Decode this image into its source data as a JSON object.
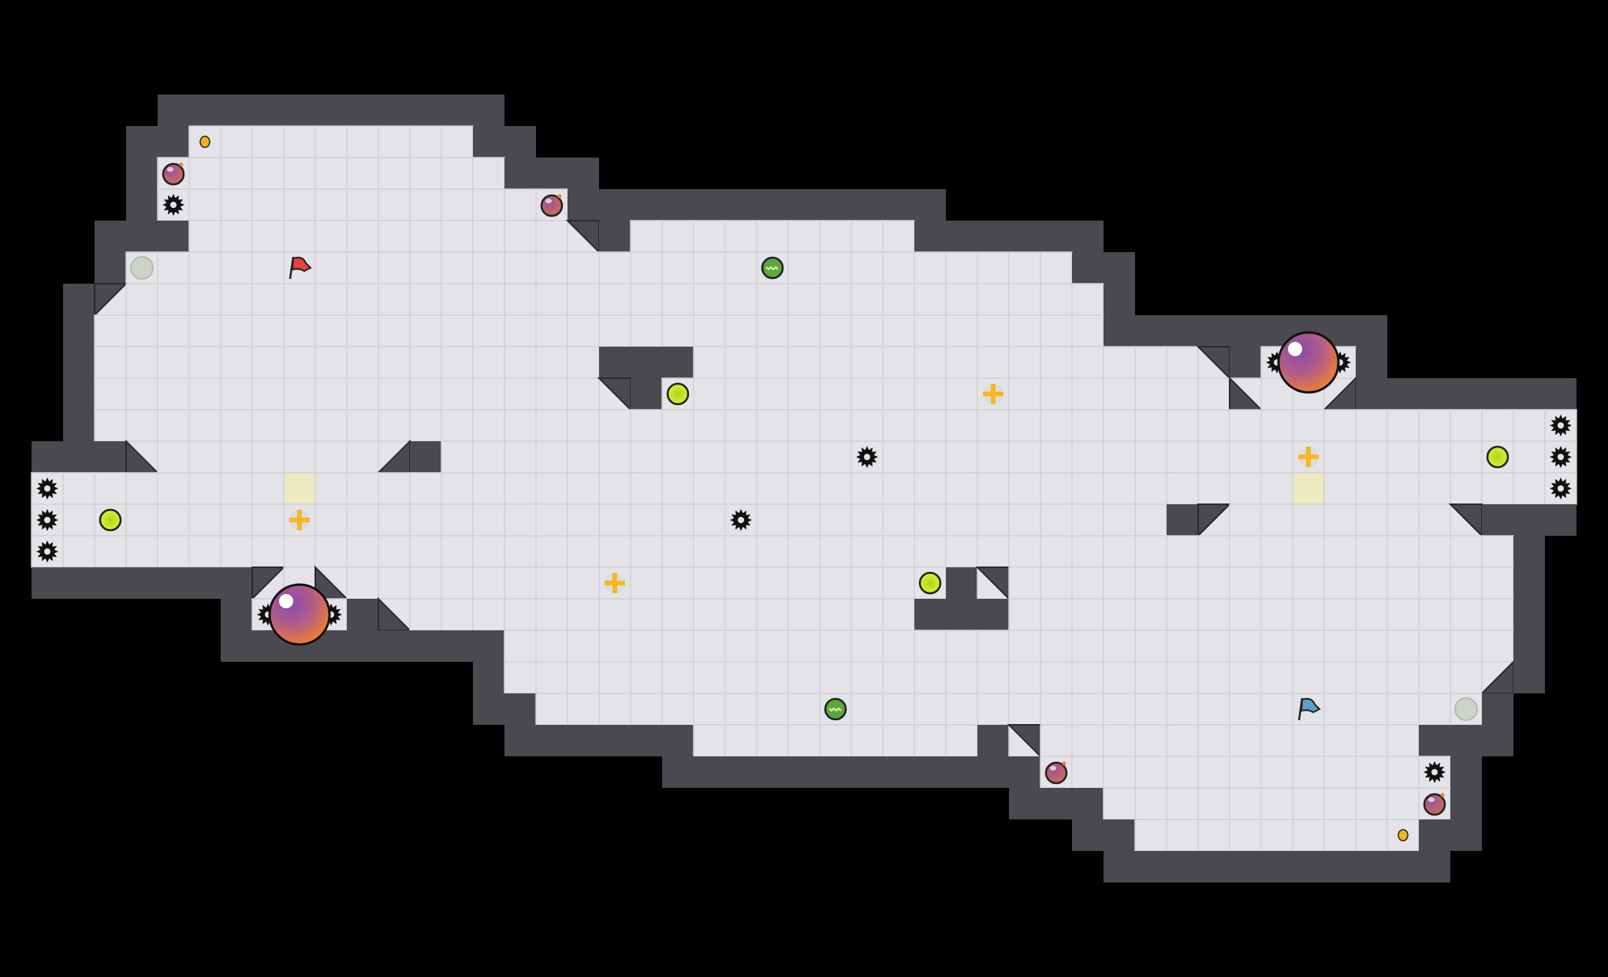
{
  "game": {
    "legend": {
      "#": "wall",
      "1": "wall-diagonal-top-left",
      "2": "wall-diagonal-top-right",
      "3": "wall-diagonal-bottom-left",
      "4": "wall-diagonal-bottom-right",
      ".": "floor",
      "S": "spike",
      "B": "bomb",
      "y": "token",
      "g": "neutral-button",
      "R": "red-flag",
      "U": "blue-flag",
      "P": "powerup",
      "G": "boost",
      "+": "gate-plus",
      "Y": "yellow-tile",
      "O": "portal-ball"
    },
    "colors": {
      "background": "#000000",
      "floor": "#e4e3e8",
      "floor_line": "#d2d1d6",
      "wall": "#4a494f",
      "wall_edge": "#2a292e",
      "spike": "#111111",
      "powerup": "#c8e01a",
      "boost": "#5aa840",
      "gate": "#f5b820",
      "yellow_tile": "#eeeac0",
      "red_flag": "#e8423c",
      "blue_flag": "#5aa0c8",
      "button": "#ccd4c4",
      "token": "#f2b51c"
    },
    "rows": [
      [],
      [],
      [],
      [
        [
          " ",
          5
        ],
        [
          "#",
          11
        ]
      ],
      [
        [
          " ",
          4
        ],
        [
          "#",
          2
        ],
        [
          "y",
          1
        ],
        [
          ".",
          8
        ],
        [
          "#",
          2
        ]
      ],
      [
        [
          " ",
          4
        ],
        [
          "#",
          1
        ],
        [
          "B",
          1
        ],
        [
          ".",
          10
        ],
        [
          "#",
          3
        ]
      ],
      [
        [
          " ",
          4
        ],
        [
          "#",
          1
        ],
        [
          "S",
          1
        ],
        [
          ".",
          11
        ],
        [
          "B",
          1
        ],
        [
          "#",
          12
        ]
      ],
      [
        [
          " ",
          3
        ],
        [
          "#",
          3
        ],
        [
          ".",
          12
        ],
        [
          "2",
          1
        ],
        [
          "#",
          1
        ],
        [
          ".",
          9
        ],
        [
          "#",
          6
        ]
      ],
      [
        [
          " ",
          3
        ],
        [
          "#",
          1
        ],
        [
          "g",
          1
        ],
        [
          ".",
          4
        ],
        [
          "R",
          1
        ],
        [
          ".",
          14
        ],
        [
          "G",
          1
        ],
        [
          ".",
          9
        ],
        [
          "#",
          2
        ]
      ],
      [
        [
          " ",
          2
        ],
        [
          "#",
          1
        ],
        [
          "1",
          1
        ],
        [
          ".",
          31
        ],
        [
          "#",
          1
        ]
      ],
      [
        [
          " ",
          2
        ],
        [
          "#",
          1
        ],
        [
          ".",
          32
        ],
        [
          "#",
          9
        ]
      ],
      [
        [
          " ",
          2
        ],
        [
          "#",
          1
        ],
        [
          ".",
          16
        ],
        [
          "#",
          3
        ],
        [
          ".",
          16
        ],
        [
          "2",
          1
        ],
        [
          "#",
          1
        ],
        [
          "S",
          1
        ],
        [
          "O",
          1
        ],
        [
          "S",
          1
        ],
        [
          "#",
          1
        ]
      ],
      [
        [
          " ",
          2
        ],
        [
          "#",
          1
        ],
        [
          ".",
          16
        ],
        [
          "2",
          1
        ],
        [
          "#",
          1
        ],
        [
          "P",
          1
        ],
        [
          ".",
          9
        ],
        [
          "+",
          1
        ],
        [
          ".",
          7
        ],
        [
          "3",
          1
        ],
        [
          ".",
          2
        ],
        [
          "4",
          1
        ],
        [
          "#",
          7
        ]
      ],
      [
        [
          " ",
          2
        ],
        [
          "#",
          1
        ],
        [
          ".",
          46
        ],
        [
          "S",
          1
        ]
      ],
      [
        [
          " ",
          1
        ],
        [
          "#",
          3
        ],
        [
          "3",
          1
        ],
        [
          ".",
          7
        ],
        [
          "4",
          1
        ],
        [
          "#",
          1
        ],
        [
          ".",
          13
        ],
        [
          "S",
          1
        ],
        [
          ".",
          13
        ],
        [
          "+",
          1
        ],
        [
          ".",
          5
        ],
        [
          "P",
          1
        ],
        [
          ".",
          1
        ],
        [
          "S",
          1
        ]
      ],
      [
        [
          " ",
          1
        ],
        [
          "S",
          1
        ],
        [
          ".",
          7
        ],
        [
          "Y",
          1
        ],
        [
          ".",
          31
        ],
        [
          "Y",
          1
        ],
        [
          ".",
          7
        ],
        [
          "S",
          1
        ]
      ],
      [
        [
          " ",
          1
        ],
        [
          "S",
          1
        ],
        [
          ".",
          1
        ],
        [
          "P",
          1
        ],
        [
          ".",
          5
        ],
        [
          "+",
          1
        ],
        [
          ".",
          13
        ],
        [
          "S",
          1
        ],
        [
          ".",
          13
        ],
        [
          "#",
          1
        ],
        [
          "1",
          1
        ],
        [
          ".",
          7
        ],
        [
          "2",
          1
        ],
        [
          "#",
          3
        ]
      ],
      [
        [
          " ",
          1
        ],
        [
          "S",
          1
        ],
        [
          ".",
          46
        ],
        [
          "#",
          1
        ]
      ],
      [
        [
          " ",
          1
        ],
        [
          "#",
          7
        ],
        [
          "1",
          1
        ],
        [
          ".",
          1
        ],
        [
          "3",
          1
        ],
        [
          ".",
          8
        ],
        [
          "+",
          1
        ],
        [
          ".",
          9
        ],
        [
          "P",
          1
        ],
        [
          "#",
          1
        ],
        [
          "2",
          1
        ],
        [
          ".",
          16
        ],
        [
          "#",
          1
        ]
      ],
      [
        [
          " ",
          7
        ],
        [
          "#",
          1
        ],
        [
          "S",
          1
        ],
        [
          "O",
          1
        ],
        [
          "S",
          1
        ],
        [
          "#",
          1
        ],
        [
          "3",
          1
        ],
        [
          ".",
          16
        ],
        [
          "#",
          3
        ],
        [
          ".",
          16
        ],
        [
          "#",
          1
        ]
      ],
      [
        [
          " ",
          7
        ],
        [
          "#",
          9
        ],
        [
          ".",
          32
        ],
        [
          "#",
          1
        ]
      ],
      [
        [
          " ",
          15
        ],
        [
          "#",
          1
        ],
        [
          ".",
          31
        ],
        [
          "4",
          1
        ],
        [
          "#",
          1
        ]
      ],
      [
        [
          " ",
          15
        ],
        [
          "#",
          2
        ],
        [
          ".",
          9
        ],
        [
          "G",
          1
        ],
        [
          ".",
          14
        ],
        [
          "U",
          1
        ],
        [
          ".",
          4
        ],
        [
          "g",
          1
        ],
        [
          "#",
          1
        ]
      ],
      [
        [
          " ",
          16
        ],
        [
          "#",
          6
        ],
        [
          ".",
          9
        ],
        [
          "#",
          1
        ],
        [
          "2",
          1
        ],
        [
          ".",
          12
        ],
        [
          "#",
          3
        ]
      ],
      [
        [
          " ",
          21
        ],
        [
          "#",
          12
        ],
        [
          "B",
          1
        ],
        [
          ".",
          11
        ],
        [
          "S",
          1
        ],
        [
          "#",
          1
        ]
      ],
      [
        [
          " ",
          32
        ],
        [
          "#",
          3
        ],
        [
          ".",
          10
        ],
        [
          "B",
          1
        ],
        [
          "#",
          1
        ]
      ],
      [
        [
          " ",
          34
        ],
        [
          "#",
          2
        ],
        [
          ".",
          8
        ],
        [
          "y",
          1
        ],
        [
          "#",
          2
        ]
      ],
      [
        [
          " ",
          35
        ],
        [
          "#",
          11
        ]
      ],
      [],
      [],
      []
    ]
  }
}
